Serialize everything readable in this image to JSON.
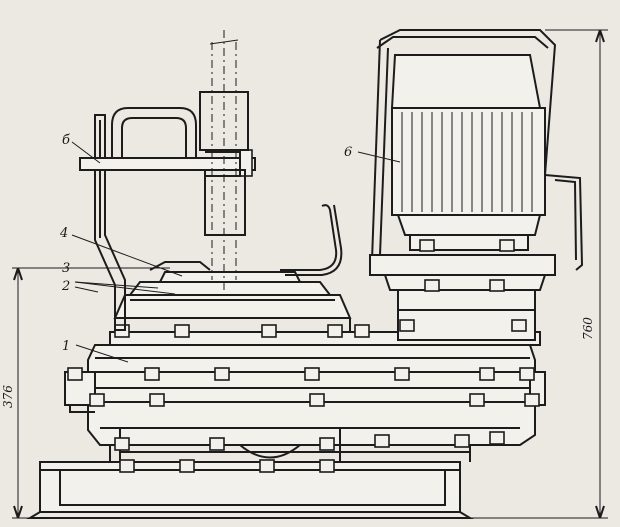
{
  "drawing": {
    "callouts": {
      "n1": "1",
      "n2": "2",
      "n3": "3",
      "n4": "4",
      "n5": "б",
      "n6": "6"
    },
    "dimensions": {
      "overall_height": "760",
      "base_height": "376"
    }
  }
}
